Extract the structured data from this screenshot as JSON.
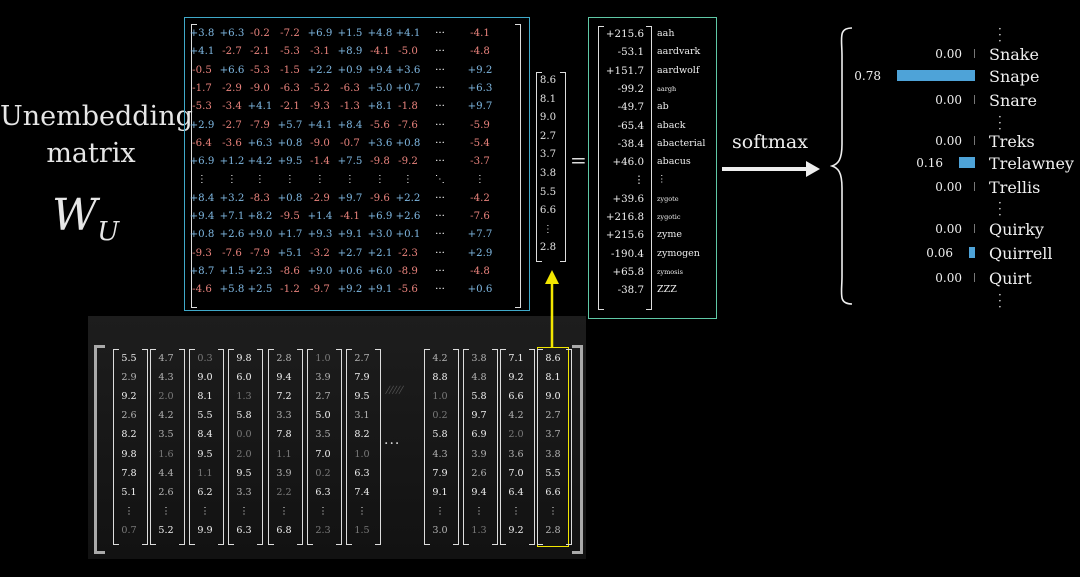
{
  "title": {
    "line1": "Unembedding",
    "line2": "matrix",
    "symbol": "W",
    "subscript": "U"
  },
  "equals": "=",
  "softmax_label": "softmax",
  "colors": {
    "matrix_border": "#3fa9c9",
    "logit_border": "#5fc8a6",
    "positive": "#7fb8e2",
    "negative": "#e8827c",
    "arrow": "#f2e600",
    "bar": "#4ea3d8"
  },
  "matrix": {
    "rows": [
      [
        "+3.8",
        "+6.3",
        "-0.2",
        "-7.2",
        "+6.9",
        "+1.5",
        "+4.8",
        "+4.1",
        "···",
        "-4.1"
      ],
      [
        "+4.1",
        "-2.7",
        "-2.1",
        "-5.3",
        "-3.1",
        "+8.9",
        "-4.1",
        "-5.0",
        "···",
        "-4.8"
      ],
      [
        "-0.5",
        "+6.6",
        "-5.3",
        "-1.5",
        "+2.2",
        "+0.9",
        "+9.4",
        "+3.6",
        "···",
        "+9.2"
      ],
      [
        "-1.7",
        "-2.9",
        "-9.0",
        "-6.3",
        "-5.2",
        "-6.3",
        "+5.0",
        "+0.7",
        "···",
        "+6.3"
      ],
      [
        "-5.3",
        "-3.4",
        "+4.1",
        "-2.1",
        "-9.3",
        "-1.3",
        "+8.1",
        "-1.8",
        "···",
        "+9.7"
      ],
      [
        "+2.9",
        "-2.7",
        "-7.9",
        "+5.7",
        "+4.1",
        "+8.4",
        "-5.6",
        "-7.6",
        "···",
        "-5.9"
      ],
      [
        "-6.4",
        "-3.6",
        "+6.3",
        "+0.8",
        "-9.0",
        "-0.7",
        "+3.6",
        "+0.8",
        "···",
        "-5.4"
      ],
      [
        "+6.9",
        "+1.2",
        "+4.2",
        "+9.5",
        "-1.4",
        "+7.5",
        "-9.8",
        "-9.2",
        "···",
        "-3.7"
      ],
      [
        "⋮",
        "⋮",
        "⋮",
        "⋮",
        "⋮",
        "⋮",
        "⋮",
        "⋮",
        "⋱",
        "⋮"
      ],
      [
        "+8.4",
        "+3.2",
        "-8.3",
        "+0.8",
        "-2.9",
        "+9.7",
        "-9.6",
        "+2.2",
        "···",
        "-4.2"
      ],
      [
        "+9.4",
        "+7.1",
        "+8.2",
        "-9.5",
        "+1.4",
        "-4.1",
        "+6.9",
        "+2.6",
        "···",
        "-7.6"
      ],
      [
        "+0.8",
        "+2.6",
        "+9.0",
        "+1.7",
        "+9.3",
        "+9.1",
        "+3.0",
        "+0.1",
        "···",
        "+7.7"
      ],
      [
        "-9.3",
        "-7.6",
        "-7.9",
        "+5.1",
        "-3.2",
        "+2.7",
        "+2.1",
        "-2.3",
        "···",
        "+2.9"
      ],
      [
        "+8.7",
        "+1.5",
        "+2.3",
        "-8.6",
        "+9.0",
        "+0.6",
        "+6.0",
        "-8.9",
        "···",
        "-4.8"
      ],
      [
        "-4.6",
        "+5.8",
        "+2.5",
        "-1.2",
        "-9.7",
        "+9.2",
        "+9.1",
        "-5.6",
        "···",
        "+0.6"
      ]
    ]
  },
  "vector": [
    "8.6",
    "8.1",
    "9.0",
    "2.7",
    "3.7",
    "3.8",
    "5.5",
    "6.6",
    "⋮",
    "2.8"
  ],
  "logits": [
    {
      "value": "+215.6",
      "word": "aah"
    },
    {
      "value": "-53.1",
      "word": "aardvark"
    },
    {
      "value": "+151.7",
      "word": "aardwolf"
    },
    {
      "value": "-99.2",
      "word": "aargh"
    },
    {
      "value": "-49.7",
      "word": "ab"
    },
    {
      "value": "-65.4",
      "word": "aback"
    },
    {
      "value": "-38.4",
      "word": "abacterial"
    },
    {
      "value": "+46.0",
      "word": "abacus"
    },
    {
      "value": "⋮",
      "word": "⋮"
    },
    {
      "value": "+39.6",
      "word": "zygote"
    },
    {
      "value": "+216.8",
      "word": "zygotic"
    },
    {
      "value": "+215.6",
      "word": "zyme"
    },
    {
      "value": "-190.4",
      "word": "zymogen"
    },
    {
      "value": "+65.8",
      "word": "zymosis"
    },
    {
      "value": "-38.7",
      "word": "ZZZ"
    }
  ],
  "probabilities": [
    {
      "word": "Snake",
      "p": "0.00",
      "frac": 0.0
    },
    {
      "word": "Snape",
      "p": "0.78",
      "frac": 0.78
    },
    {
      "word": "Snare",
      "p": "0.00",
      "frac": 0.0
    },
    {
      "word": "Treks",
      "p": "0.00",
      "frac": 0.0
    },
    {
      "word": "Trelawney",
      "p": "0.16",
      "frac": 0.16
    },
    {
      "word": "Trellis",
      "p": "0.00",
      "frac": 0.0
    },
    {
      "word": "Quirky",
      "p": "0.00",
      "frac": 0.0
    },
    {
      "word": "Quirrell",
      "p": "0.06",
      "frac": 0.06
    },
    {
      "word": "Quirt",
      "p": "0.00",
      "frac": 0.0
    }
  ],
  "embeddings": {
    "columns": [
      [
        "5.5",
        "2.9",
        "9.2",
        "2.6",
        "8.2",
        "9.8",
        "7.8",
        "5.1",
        "⋮",
        "0.7"
      ],
      [
        "4.7",
        "4.3",
        "2.0",
        "4.2",
        "3.5",
        "1.6",
        "4.4",
        "2.6",
        "⋮",
        "5.2"
      ],
      [
        "0.3",
        "9.0",
        "8.1",
        "5.5",
        "8.4",
        "9.5",
        "1.1",
        "6.2",
        "⋮",
        "9.9"
      ],
      [
        "9.8",
        "6.0",
        "1.3",
        "5.8",
        "0.0",
        "2.0",
        "9.5",
        "3.3",
        "⋮",
        "6.3"
      ],
      [
        "2.8",
        "9.4",
        "7.2",
        "3.3",
        "7.8",
        "1.1",
        "3.9",
        "2.2",
        "⋮",
        "6.8"
      ],
      [
        "1.0",
        "3.9",
        "2.7",
        "5.0",
        "3.5",
        "7.0",
        "0.2",
        "6.3",
        "⋮",
        "2.3"
      ],
      [
        "2.7",
        "7.9",
        "9.5",
        "3.1",
        "8.2",
        "1.0",
        "6.3",
        "7.4",
        "⋮",
        "1.5"
      ],
      [
        "4.2",
        "8.8",
        "1.0",
        "0.2",
        "5.8",
        "4.3",
        "7.9",
        "9.1",
        "⋮",
        "3.0"
      ],
      [
        "3.8",
        "4.8",
        "5.8",
        "9.7",
        "6.9",
        "3.9",
        "2.6",
        "9.4",
        "⋮",
        "1.3"
      ],
      [
        "7.1",
        "9.2",
        "6.6",
        "4.2",
        "2.0",
        "3.6",
        "7.0",
        "6.4",
        "⋮",
        "9.2"
      ],
      [
        "8.6",
        "8.1",
        "9.0",
        "2.7",
        "3.7",
        "3.8",
        "5.5",
        "6.6",
        "⋮",
        "2.8"
      ]
    ],
    "ellipsis": "···",
    "watermark": "/////"
  }
}
